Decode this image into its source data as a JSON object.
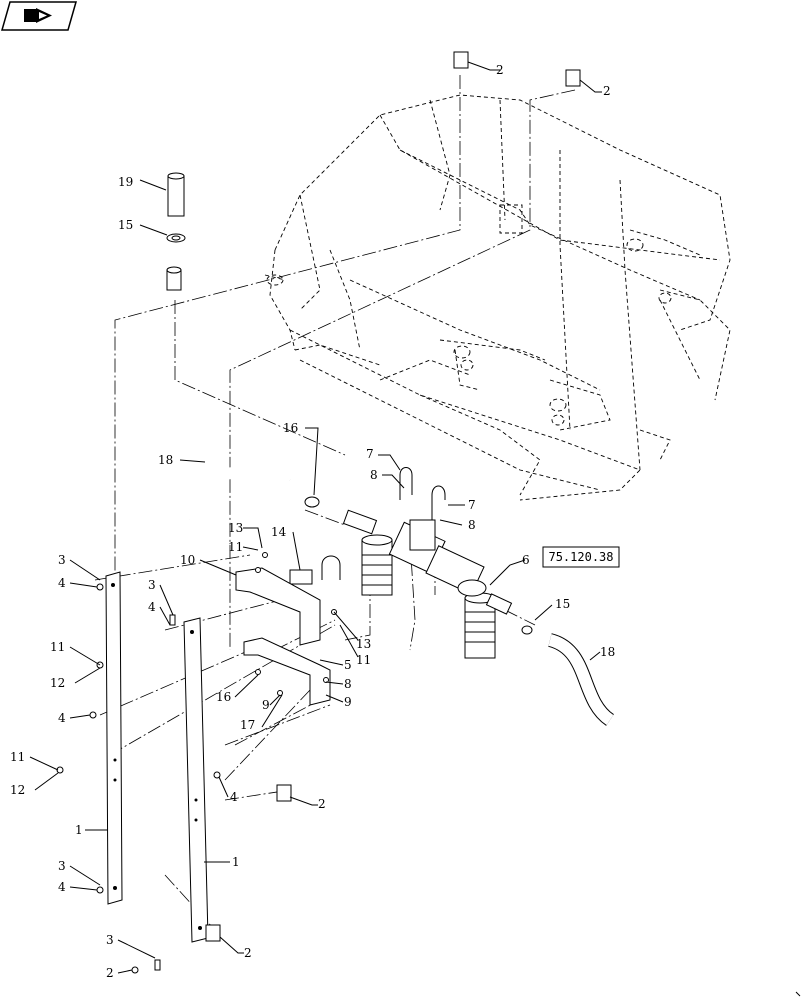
{
  "reference_code": "75.120.38",
  "nav_icon": "arrow-page-icon",
  "callouts": [
    "1",
    "1",
    "2",
    "2",
    "2",
    "2",
    "3",
    "3",
    "3",
    "3",
    "4",
    "4",
    "4",
    "4",
    "4",
    "5",
    "6",
    "7",
    "7",
    "8",
    "8",
    "8",
    "9",
    "9",
    "10",
    "11",
    "11",
    "11",
    "11",
    "12",
    "12",
    "13",
    "13",
    "14",
    "15",
    "15",
    "16",
    "16",
    "17",
    "18",
    "18",
    "19"
  ]
}
